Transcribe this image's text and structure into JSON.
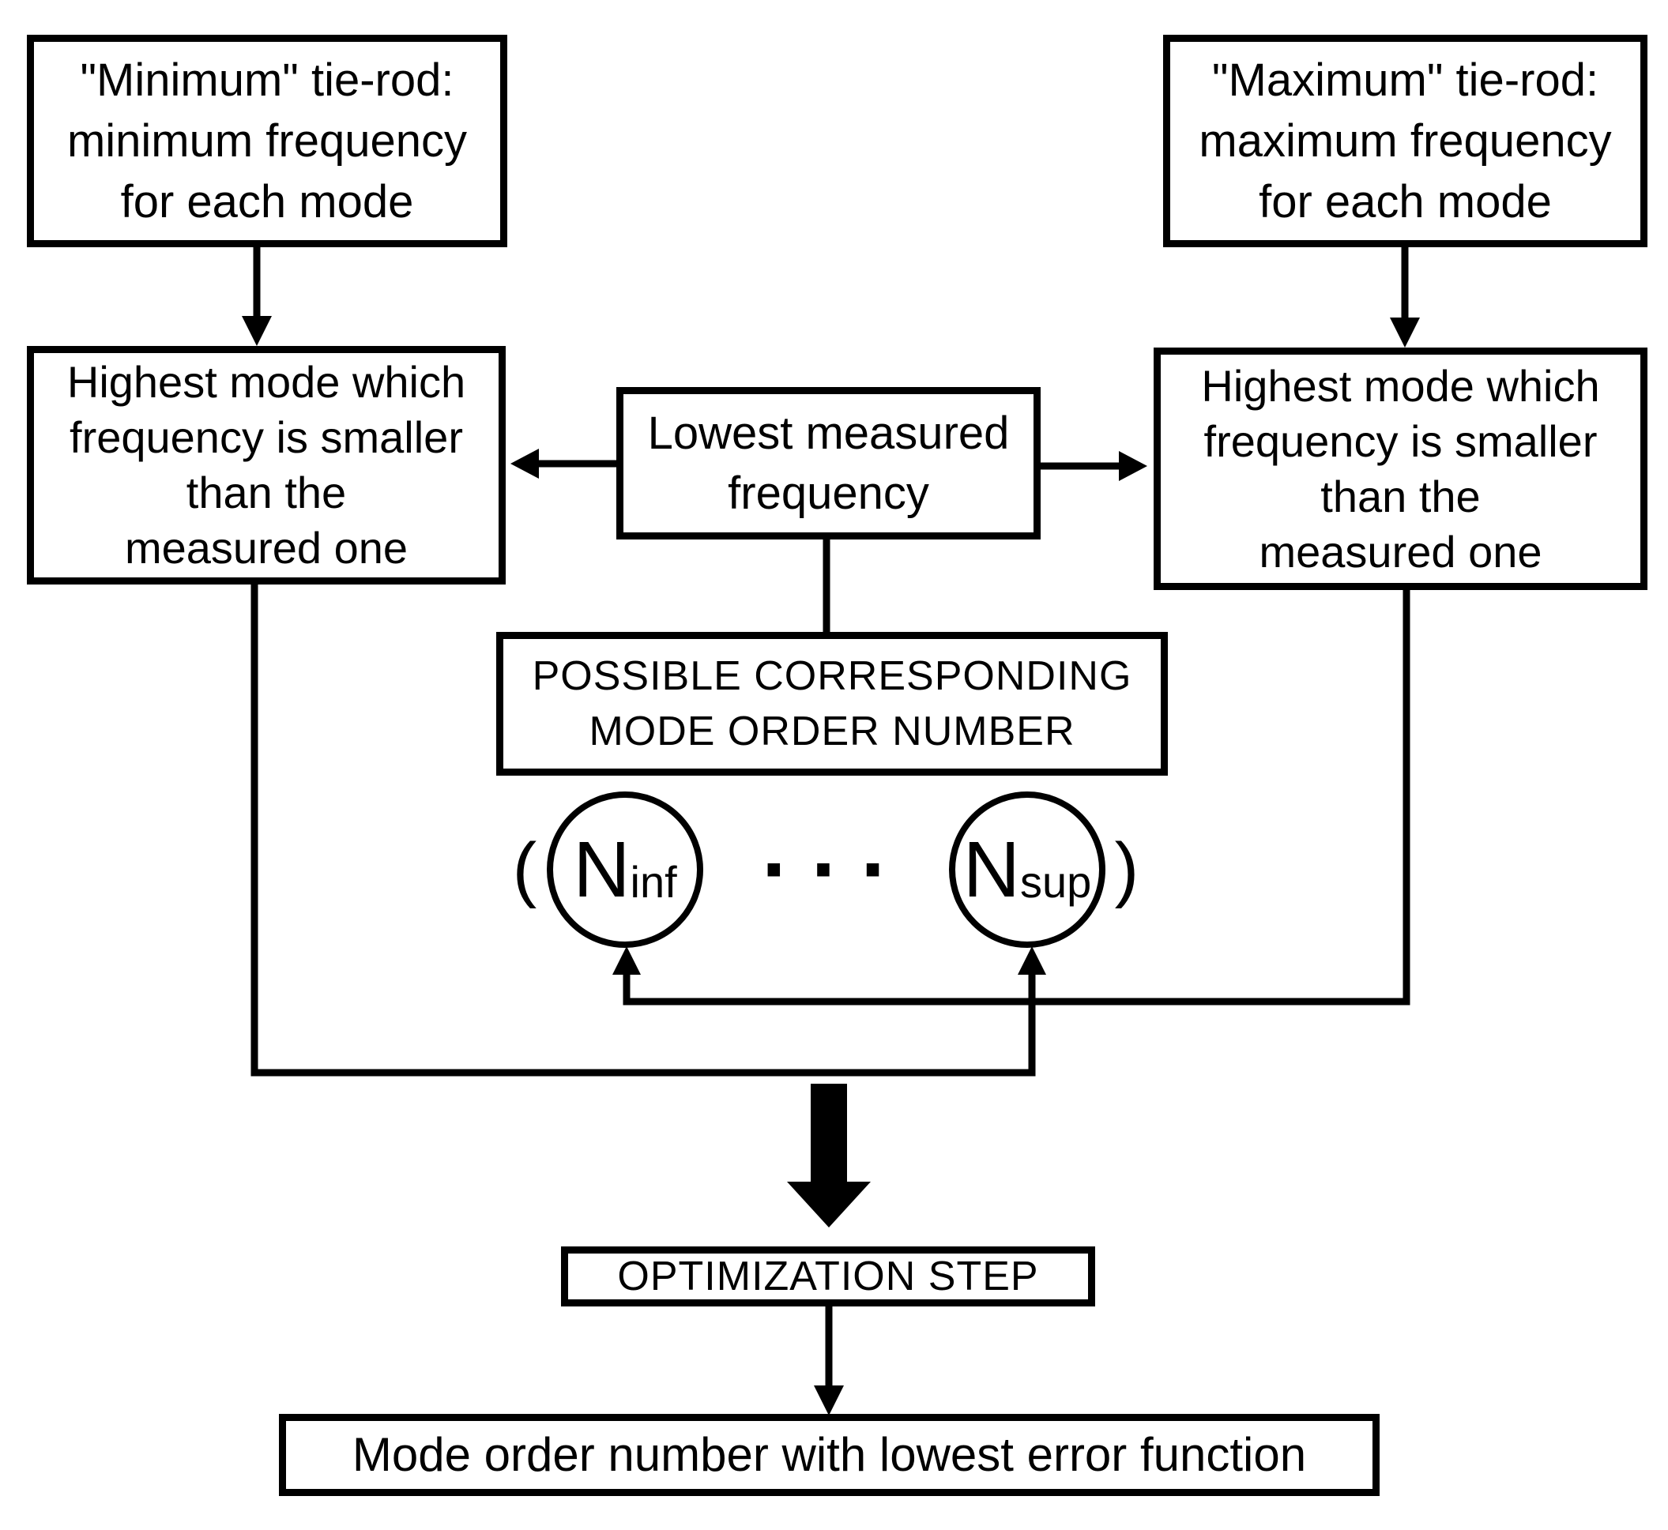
{
  "diagram": {
    "colors": {
      "ink": "#000000",
      "background": "#ffffff"
    },
    "boxes": {
      "min_tie_rod": {
        "lines": [
          "\"Minimum\" tie-rod:",
          "minimum frequency",
          "for each mode"
        ]
      },
      "max_tie_rod": {
        "lines": [
          "\"Maximum\" tie-rod:",
          "maximum frequency",
          "for each mode"
        ]
      },
      "left_highest_mode": {
        "lines": [
          "Highest mode which",
          "frequency is smaller",
          "than the",
          "measured one"
        ]
      },
      "right_highest_mode": {
        "lines": [
          "Highest mode which",
          "frequency is smaller",
          "than the",
          "measured one"
        ]
      },
      "lowest_measured": {
        "lines": [
          "Lowest measured",
          "frequency"
        ]
      },
      "possible_mode_order": {
        "lines": [
          "POSSIBLE CORRESPONDING",
          "MODE ORDER NUMBER"
        ]
      },
      "optimization": {
        "label": "OPTIMIZATION STEP"
      },
      "result": {
        "label": "Mode order number with lowest error function"
      }
    },
    "nodes": {
      "n_inf": {
        "base": "N",
        "sub": "inf"
      },
      "n_sup": {
        "base": "N",
        "sub": "sup"
      },
      "open_paren": "(",
      "close_paren": ")",
      "ellipsis": "···"
    }
  }
}
